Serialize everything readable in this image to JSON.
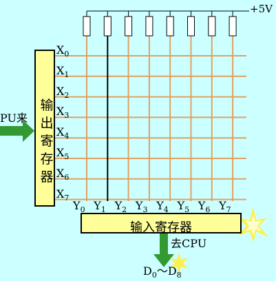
{
  "supply_label": "+5V",
  "input_label": "PU来",
  "output_register": {
    "label": "输出寄存器"
  },
  "input_register": {
    "label": "输入寄存器"
  },
  "to_cpu_label": "去CPU",
  "data_bus": {
    "text": "D",
    "sub0": "0",
    "tilde": "～",
    "text2": "D",
    "sub1": "8"
  },
  "row_lines": [
    {
      "base": "X",
      "sub": "0"
    },
    {
      "base": "X",
      "sub": "1"
    },
    {
      "base": "X",
      "sub": "2"
    },
    {
      "base": "X",
      "sub": "3"
    },
    {
      "base": "X",
      "sub": "4"
    },
    {
      "base": "X",
      "sub": "5"
    },
    {
      "base": "X",
      "sub": "6"
    },
    {
      "base": "X",
      "sub": "7"
    }
  ],
  "column_lines": [
    {
      "base": "Y",
      "sub": "0"
    },
    {
      "base": "Y",
      "sub": "1"
    },
    {
      "base": "Y",
      "sub": "2"
    },
    {
      "base": "Y",
      "sub": "3"
    },
    {
      "base": "Y",
      "sub": "4"
    },
    {
      "base": "Y",
      "sub": "5"
    },
    {
      "base": "Y",
      "sub": "6"
    },
    {
      "base": "Y",
      "sub": "7"
    }
  ],
  "colors": {
    "background": "#ccffff",
    "grid_line": "#e0a060",
    "register_fill": "#ffff99",
    "arrow": "#339933",
    "star": "#ffee44"
  }
}
